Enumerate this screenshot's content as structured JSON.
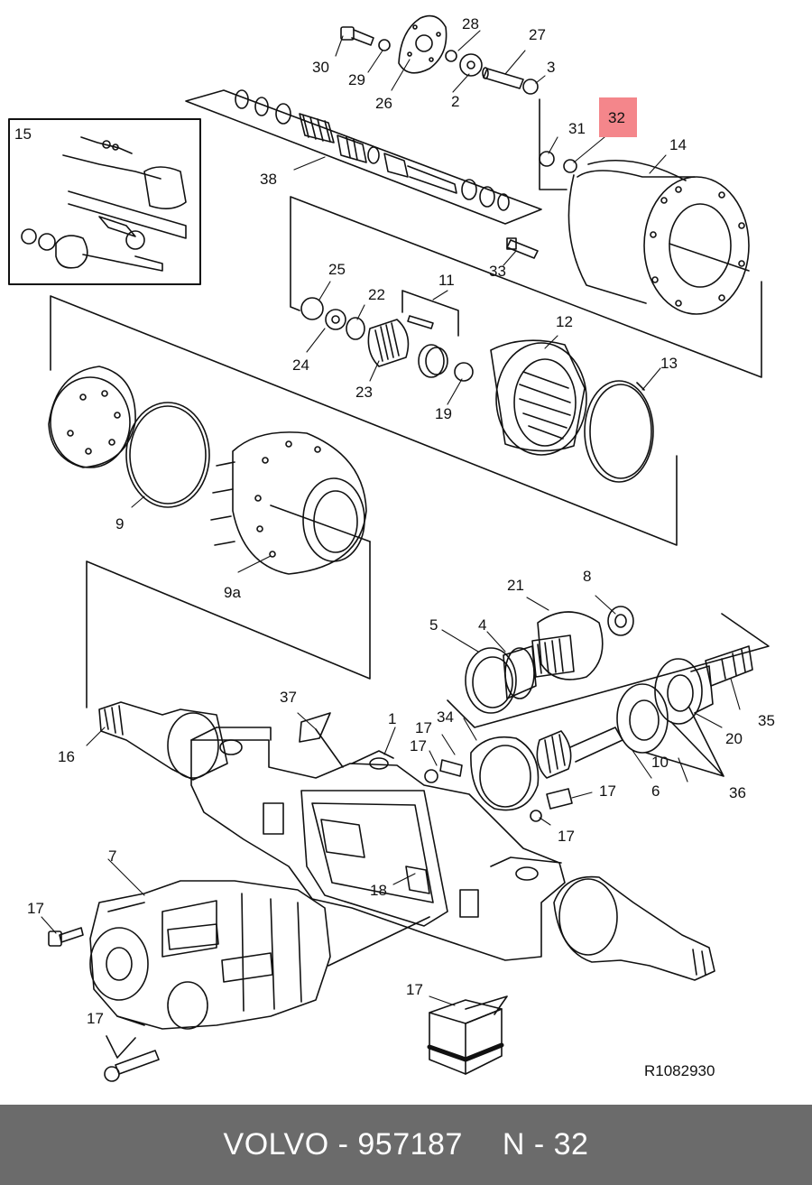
{
  "diagram": {
    "callouts": {
      "c1": "1",
      "c2": "2",
      "c3": "3",
      "c4": "4",
      "c5": "5",
      "c6": "6",
      "c7": "7",
      "c8": "8",
      "c9": "9",
      "c9a": "9a",
      "c10": "10",
      "c11": "11",
      "c12": "12",
      "c13": "13",
      "c14": "14",
      "c15": "15",
      "c16": "16",
      "c17": "17",
      "c18": "18",
      "c19": "19",
      "c20": "20",
      "c21": "21",
      "c22": "22",
      "c23": "23",
      "c24": "24",
      "c25": "25",
      "c26": "26",
      "c27": "27",
      "c28": "28",
      "c29": "29",
      "c30": "30",
      "c31": "31",
      "c32": "32",
      "c33": "33",
      "c34": "34",
      "c35": "35",
      "c36": "36",
      "c37": "37",
      "c38": "38"
    },
    "highlighted_part": "32",
    "drawing_number": "R1082930"
  },
  "footer": {
    "brand_part": "VOLVO - 957187",
    "position": "N - 32"
  },
  "colors": {
    "highlight": "#f4868b",
    "footer_bg": "#6b6b6b",
    "line": "#111111"
  }
}
